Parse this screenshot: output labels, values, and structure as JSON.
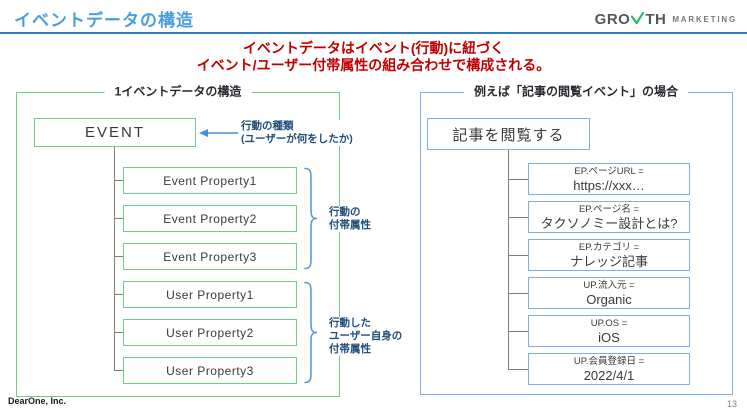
{
  "slide": {
    "title": "イベントデータの構造",
    "headline_line1": "イベントデータはイベント(行動)に紐づく",
    "headline_line2": "イベント/ユーザー付帯属性の組み合わせで構成される。",
    "footer": "DearOne, Inc.",
    "page_number": "13"
  },
  "logo": {
    "text_pre": "GRO",
    "text_post": "TH",
    "text_sub": "MARKETING"
  },
  "left_panel": {
    "title": "1イベントデータの構造",
    "event_label": "EVENT",
    "annotation": {
      "line1": "行動の種類",
      "line2": "(ユーザーが何をしたか)"
    },
    "properties": [
      "Event Property1",
      "Event Property2",
      "Event Property3",
      "User Property1",
      "User Property2",
      "User Property3"
    ],
    "event_brace_label": {
      "line1": "行動の",
      "line2": "付帯属性"
    },
    "user_brace_label": {
      "line1": "行動した",
      "line2": "ユーザー自身の",
      "line3": "付帯属性"
    }
  },
  "right_panel": {
    "title": "例えば「記事の閲覧イベント」の場合",
    "event_label": "記事を閲覧する",
    "properties": [
      {
        "key": "EP.ページURL =",
        "value": "https://xxx…"
      },
      {
        "key": "EP.ページ名 =",
        "value": "タクソノミー設計とは?"
      },
      {
        "key": "EP.カテゴリ =",
        "value": "ナレッジ記事"
      },
      {
        "key": "UP.流入元 =",
        "value": "Organic"
      },
      {
        "key": "UP.OS =",
        "value": "iOS"
      },
      {
        "key": "UP.会員登録日 =",
        "value": "2022/4/1"
      }
    ]
  },
  "colors": {
    "title_blue": "#4A9FD8",
    "rule_blue": "#2E7EC0",
    "headline_red": "#C00000",
    "green_border": "#6FCE8C",
    "blue_border": "#7FB0DF",
    "brace_blue": "#5B9BD5",
    "label_navy": "#1F4E79",
    "logo_green": "#2FB874"
  }
}
